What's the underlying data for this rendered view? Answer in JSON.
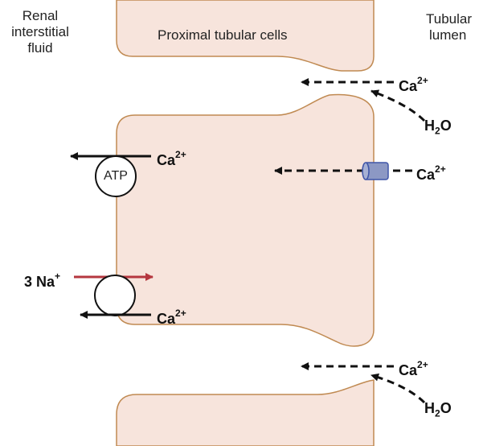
{
  "labels": {
    "interstitial_line1": "Renal",
    "interstitial_line2": "interstitial",
    "interstitial_line3": "fluid",
    "cells": "Proximal tubular cells",
    "lumen_line1": "Tubular",
    "lumen_line2": "lumen"
  },
  "ions": {
    "calcium": "Ca",
    "calcium_charge": "2+",
    "water_h": "H",
    "water_2": "2",
    "water_o": "O",
    "sodium": "3 Na",
    "sodium_charge": "+"
  },
  "pump_label": "ATP",
  "colors": {
    "cell_fill": "#f7e4dc",
    "cell_border": "#c08a52",
    "sodium_arrow": "#b5373f",
    "channel_fill": "#8c98c4",
    "channel_border": "#3f55a8"
  }
}
